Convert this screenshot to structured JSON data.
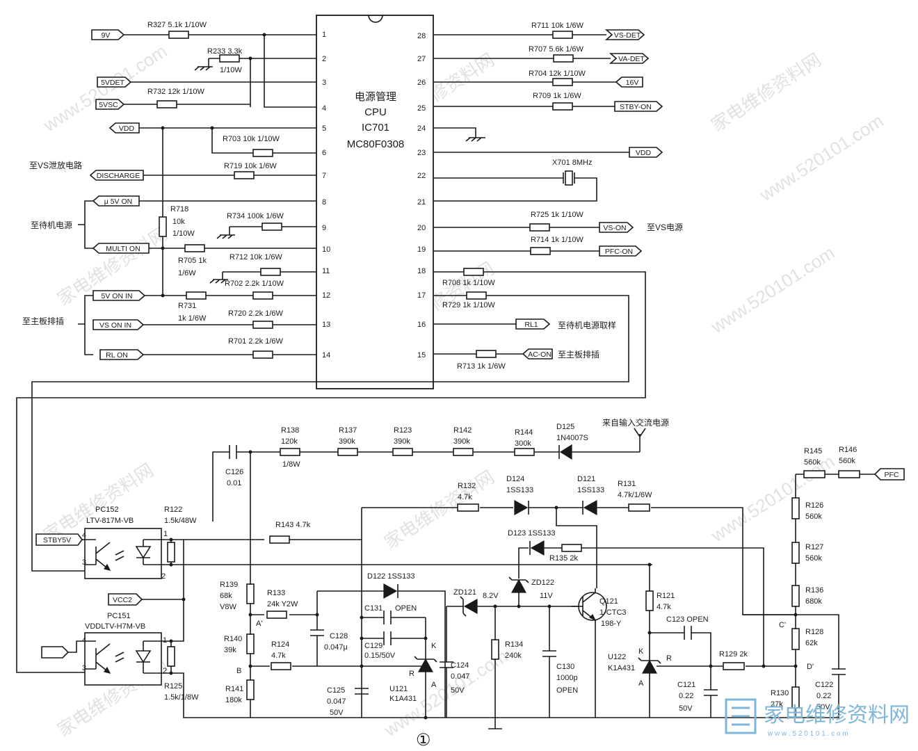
{
  "ic": {
    "title_line1": "电源管理",
    "title_line2": "CPU",
    "title_line3": "IC701",
    "title_line4": "MC80F0308",
    "pins_left": [
      "1",
      "2",
      "3",
      "4",
      "5",
      "6",
      "7",
      "8",
      "9",
      "10",
      "11",
      "12",
      "13",
      "14"
    ],
    "pins_right": [
      "28",
      "27",
      "26",
      "25",
      "24",
      "23",
      "22",
      "21",
      "20",
      "19",
      "18",
      "17",
      "16",
      "15"
    ]
  },
  "connectors": {
    "v9": "9V",
    "vdet5": "5VDET",
    "vsc5": "5VSC",
    "vdd_left": "VDD",
    "discharge": "DISCHARGE",
    "u5v_on": "μ 5V ON",
    "multi_on": "MULTI ON",
    "on5v_in": "5V ON IN",
    "vs_on_in": "VS ON IN",
    "rl_on": "RL ON",
    "vs_det": "VS-DET",
    "va_det": "VA-DET",
    "v16": "16V",
    "stby_on": "STBY-ON",
    "vdd_right": "VDD",
    "vs_on": "VS-ON",
    "pfc_on": "PFC-ON",
    "rl1": "RL1",
    "ac_on": "AC-ON",
    "stby5v": "STBY5V",
    "vcc2": "VCC2",
    "pfc": "PFC"
  },
  "notes": {
    "to_vs_discharge": "至VS泄放电路",
    "to_standby_power": "至待机电源",
    "to_main_board_left": "至主板排插",
    "to_vs_power": "至VS电源",
    "to_standby_sample": "至待机电源取样",
    "to_main_board_right": "至主板排插",
    "from_ac_input": "来自输入交流电源"
  },
  "labels": {
    "r327": "R327 5.1k 1/10W",
    "r233": "R233 3.3k",
    "r233b": "1/10W",
    "r732": "R732 12k 1/10W",
    "r703": "R703 10k 1/10W",
    "r719": "R719 10k 1/6W",
    "r718": "R718",
    "r718b": "10k",
    "r718c": "1/10W",
    "r734": "R734 100k 1/6W",
    "r705": "R705 1k",
    "r705b": "1/6W",
    "r712": "R712 10k 1/6W",
    "r702": "R702 2.2k 1/10W",
    "r731": "R731",
    "r731b": "1k 1/6W",
    "r720": "R720 2.2k 1/6W",
    "r701": "R701 2.2k 1/6W",
    "r711": "R711 10k 1/6W",
    "r707": "R707 5.6k 1/6W",
    "r704": "R704 12k 1/10W",
    "r709": "R709 1k 1/6W",
    "x701": "X701 8MHz",
    "r725": "R725 1k 1/10W",
    "r714": "R714 1k 1/10W",
    "r708": "R708 1k 1/10W",
    "r729": "R729 1k 1/10W",
    "r713": "R713 1k 1/6W",
    "r138": "R138",
    "r138b": "120k",
    "r138c": "1/8W",
    "r137": "R137",
    "r137b": "390k",
    "r123": "R123",
    "r123b": "390k",
    "r142": "R142",
    "r142b": "390k",
    "r144": "R144",
    "r144b": "300k",
    "d125": "D125",
    "d125b": "1N4007S",
    "c126": "C126",
    "c126b": "0.01",
    "pc152": "PC152",
    "pc152b": "LTV-817M-VB",
    "r122": "R122",
    "r122b": "1.5k/48W",
    "r143": "R143 4.7k",
    "r132": "R132",
    "r132b": "4.7k",
    "d124": "D124",
    "d124b": "1SS133",
    "d121": "D121",
    "d121b": "1SS133",
    "r131": "R131",
    "r131b": "4.7k/1/6W",
    "d123": "D123 1SS133",
    "r135": "R135 2k",
    "r145": "R145",
    "r145b": "560k",
    "r146": "R146",
    "r146b": "560k",
    "r126": "R126",
    "r126b": "560k",
    "r127": "R127",
    "r127b": "560k",
    "r136": "R136",
    "r136b": "680k",
    "r128": "R128",
    "r128b": "62k",
    "r130": "R130",
    "r130b": "27k",
    "c122": "C122",
    "c122b": "0.22",
    "c122c": "50V",
    "pc151": "PC151",
    "pc151b": "VDDLTV-H7M-VB",
    "r125": "R125",
    "r125b": "1.5k/1/8W",
    "r139": "R139",
    "r139b": "68k",
    "r139c": "V8W",
    "r133": "R133",
    "r133b": "24k Y2W",
    "r140": "R140",
    "r140b": "39k",
    "r124": "R124",
    "r124b": "4.7k",
    "r141": "R141",
    "r141b": "180k",
    "node_a": "A'",
    "node_b": "B",
    "node_c": "C'",
    "node_d": "D'",
    "d122": "D122 1SS133",
    "c131": "C131",
    "c131b": "OPEN",
    "c129": "C129",
    "c129b": "0.15/50V",
    "c128": "C128",
    "c128b": "0.047μ",
    "c125": "C125",
    "c125b": "0.047",
    "c125c": "50V",
    "u121": "U121",
    "u121b": "K1A431",
    "pin_k": "K",
    "pin_r": "R",
    "pin_a": "A",
    "c124": "C124",
    "c124b": "0.047",
    "c124c": "50V",
    "zd121": "ZD121",
    "zd121v": "8.2V",
    "zd122": "ZD122",
    "zd122v": "11V",
    "r134": "R134",
    "r134b": "240k",
    "c130": "C130",
    "c130b": "1000p",
    "c130c": "OPEN",
    "q121": "Q121",
    "q121b": "1-CTC3",
    "q121c": "198-Y",
    "r121": "R121",
    "r121b": "4.7k",
    "c123": "C123 OPEN",
    "u122": "U122",
    "u122b": "K1A431",
    "r129": "R129 2k",
    "c121": "C121",
    "c121b": "0.22",
    "c121c": "50V",
    "pc_pin4": "4",
    "pc_pin3": "3",
    "pc_pin1": "1",
    "pc_pin2": "2",
    "figure_number": "①"
  },
  "watermark": {
    "text_a": "家电维修资料网",
    "text_b": "www.520101.com",
    "logo_cn": "家电维修资料网",
    "logo_url": "w w w . 5 2 0 1 0 1 . c o m"
  }
}
